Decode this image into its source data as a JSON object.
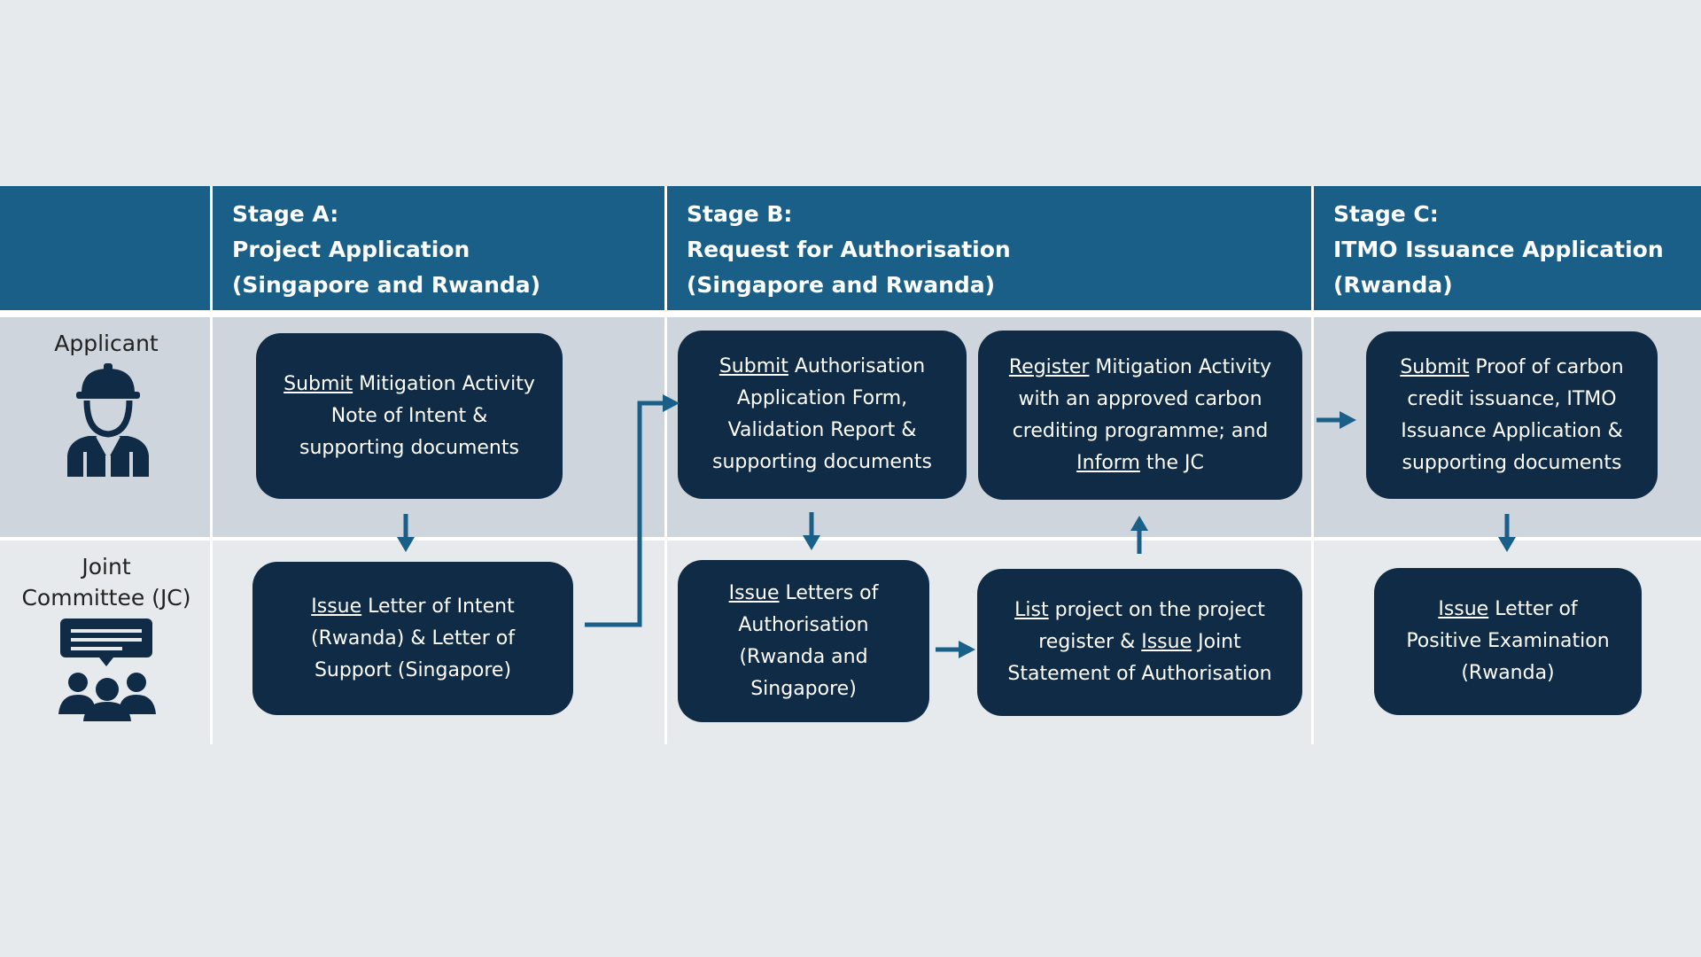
{
  "header": {
    "stage_a": {
      "title": "Stage A:",
      "line1": "Project Application",
      "line2": "(Singapore and Rwanda)"
    },
    "stage_b": {
      "title": "Stage B:",
      "line1": "Request for Authorisation",
      "line2": "(Singapore and Rwanda)"
    },
    "stage_c": {
      "title": "Stage C:",
      "line1": "ITMO Issuance Application",
      "line2": "(Rwanda)"
    }
  },
  "roles": {
    "applicant": {
      "label": "Applicant",
      "icon": "worker-icon"
    },
    "jc": {
      "label_line1": "Joint",
      "label_line2": "Committee (JC)",
      "icon": "group-meeting-icon"
    }
  },
  "steps": {
    "a_applicant": {
      "verb": "Submit",
      "rest": " Mitigation Activity Note of Intent & supporting documents"
    },
    "a_jc": {
      "verb": "Issue",
      "rest": " Letter of Intent (Rwanda) & Letter of Support (Singapore)"
    },
    "b_applicant_1": {
      "verb": "Submit",
      "rest": " Authorisation Application Form, Validation Report & supporting documents"
    },
    "b_applicant_2": {
      "verb": "Register",
      "rest": " Mitigation Activity with an approved carbon crediting programme; and ",
      "verb2": "Inform",
      "rest2": " the JC"
    },
    "b_jc_1": {
      "verb": "Issue",
      "rest": " Letters of Authorisation (Rwanda and Singapore)"
    },
    "b_jc_2": {
      "verb": "List",
      "rest": " project on the project register & ",
      "verb2": "Issue",
      "rest2": " Joint Statement of Authorisation"
    },
    "c_applicant": {
      "verb": "Submit",
      "rest": " Proof of carbon credit issuance, ITMO Issuance Application & supporting documents"
    },
    "c_jc": {
      "verb": "Issue",
      "rest": " Letter of Positive Examination (Rwanda)"
    }
  },
  "colors": {
    "header": "#1a5f87",
    "box": "#0f2b46",
    "arrow": "#1a5f87",
    "applicant_row": "#cfd5dc",
    "background": "#e6eaed"
  }
}
